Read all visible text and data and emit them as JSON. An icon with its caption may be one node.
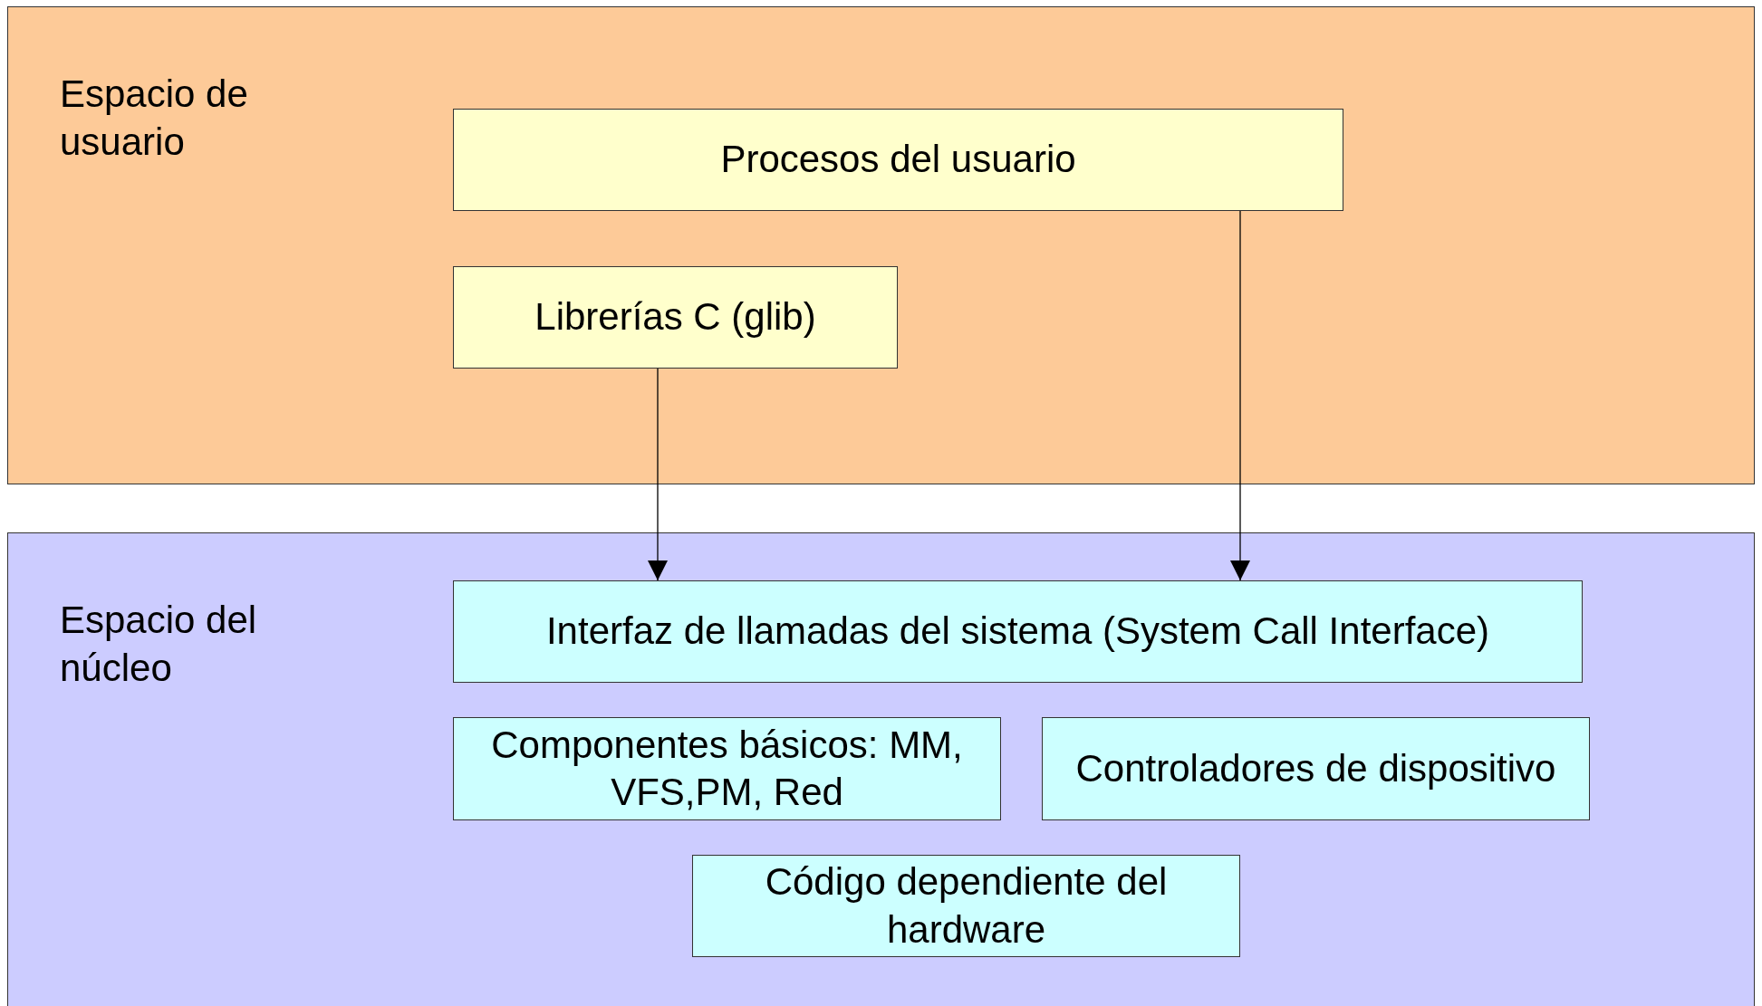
{
  "diagram": {
    "nodes": [
      {
        "text": [
          "Espacio de usuario"
        ]
      },
      {
        "text": [
          "Procesos del usuario"
        ],
        "in": 0
      },
      {
        "text": [
          "Librerías C (glib)"
        ],
        "in": 0
      },
      {
        "text": [
          "Espacio del núcleo"
        ]
      },
      {
        "text": [
          "Interfaz de llamadas del sistema (System Call Interface)"
        ],
        "in": 3
      },
      {
        "text": [
          "Componentes básicos: MM, VFS,PM, Red"
        ],
        "in": 3
      },
      {
        "text": [
          "Controladores de dispositivo"
        ],
        "in": 3
      },
      {
        "text": [
          "Código dependiente del hardware"
        ],
        "in": 3
      }
    ],
    "edges": [
      {
        "from": 2,
        "to": 4,
        "arrow": "to"
      },
      {
        "from": 1,
        "to": 4,
        "arrow": "to"
      }
    ]
  }
}
